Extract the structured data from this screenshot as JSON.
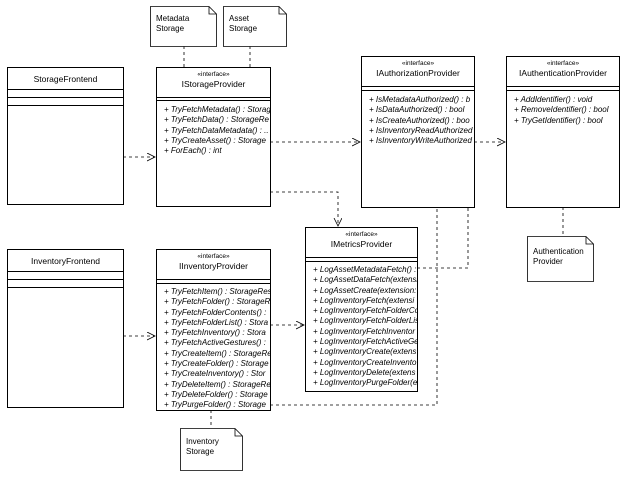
{
  "notes": {
    "metadata_storage": [
      "Metadata",
      "Storage"
    ],
    "asset_storage": [
      "Asset",
      "Storage"
    ],
    "authentication_provider": [
      "Authentication",
      "Provider"
    ],
    "inventory_storage": [
      "Inventory",
      "Storage"
    ]
  },
  "classes": {
    "storage_frontend": {
      "name": "StorageFrontend"
    },
    "inventory_frontend": {
      "name": "InventoryFrontend"
    },
    "istorage_provider": {
      "stereotype": "«interface»",
      "name": "IStorageProvider",
      "operations": [
        "+ TryFetchMetadata() : StorageR",
        "+ TryFetchData() : StorageRe",
        "+ TryFetchDataMetadata() : ..",
        "+ TryCreateAsset() : Storage",
        "+ ForEach() : int"
      ]
    },
    "iauthorization_provider": {
      "stereotype": "«interface»",
      "name": "IAuthorizationProvider",
      "operations": [
        "+ IsMetadataAuthorized() : b",
        "+ IsDataAuthorized() : bool",
        "+ IsCreateAuthorized() : boo",
        "+ IsInventoryReadAuthorized",
        "+ IsInventoryWriteAuthorized"
      ]
    },
    "iauthentication_provider": {
      "stereotype": "«interface»",
      "name": "IAuthenticationProvider",
      "operations": [
        "+ AddIdentifier() : void",
        "+ RemoveIdentifier() : bool",
        "+ TryGetIdentifier() : bool"
      ]
    },
    "iinventory_provider": {
      "stereotype": "«interface»",
      "name": "IInventoryProvider",
      "operations": [
        "+ TryFetchItem() : StorageRes",
        "+ TryFetchFolder() : StorageRe",
        "+ TryFetchFolderContents() :",
        "+ TryFetchFolderList() : Stora",
        "+ TryFetchInventory() : Stora",
        "+ TryFetchActiveGestures() :",
        "+ TryCreateItem() : StorageRe",
        "+ TryCreateFolder() : Storage",
        "+ TryCreateInventory() : Stor",
        "+ TryDeleteItem() : StorageRe",
        "+ TryDeleteFolder() : Storage",
        "+ TryPurgeFolder() : Storage"
      ]
    },
    "imetrics_provider": {
      "stereotype": "«interface»",
      "name": "IMetricsProvider",
      "operations": [
        "+ LogAssetMetadataFetch() :",
        "+ LogAssetDataFetch(extensi",
        "+ LogAssetCreate(extension: :",
        "+ LogInventoryFetch(extensi",
        "+ LogInventoryFetchFolderCo",
        "+ LogInventoryFetchFolderLis",
        "+ LogInventoryFetchInventor",
        "+ LogInventoryFetchActiveGe",
        "+ LogInventoryCreate(extens",
        "+ LogInventoryCreateInvento",
        "+ LogInventoryDelete(extens",
        "+ LogInventoryPurgeFolder(e"
      ]
    }
  }
}
